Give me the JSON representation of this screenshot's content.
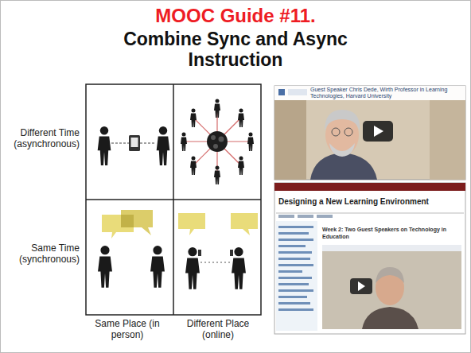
{
  "diagram": {
    "title": "MOOC Guide #11.",
    "labels": [
      "Combine Sync and Async Instruction",
      "Different Time (asynchronous)",
      "Same Time (synchronous)",
      "Same Place (in person)",
      "Different Place (online)",
      "Guest Speaker Chris Dede, Wirth Professor in Learning Technologies, Harvard University",
      "Designing a New Learning Environment",
      "Week 2: Two Guest Speakers on Technology in Education"
    ]
  }
}
